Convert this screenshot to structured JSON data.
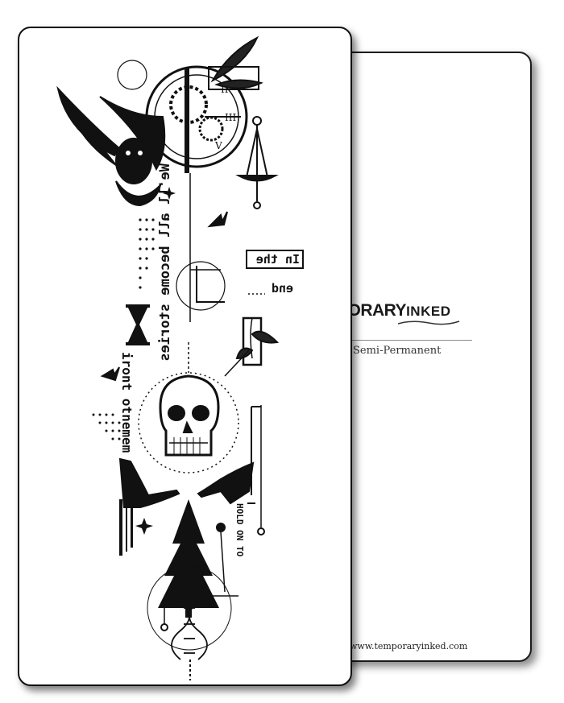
{
  "back_card": {
    "brand_part1": "PORARY",
    "brand_part2": "INKED",
    "subtitle": "Semi-Permanent",
    "website": "www.temporaryinked.com"
  },
  "front_card": {
    "quote_vertical": "We'll all become stories",
    "quote_box": "In the",
    "quote_end": "end",
    "quote_mirror": "iront otnemem",
    "side_text": "HOLD ON TO"
  },
  "colors": {
    "ink": "#111111",
    "paper": "#ffffff",
    "shadow": "#000000"
  }
}
